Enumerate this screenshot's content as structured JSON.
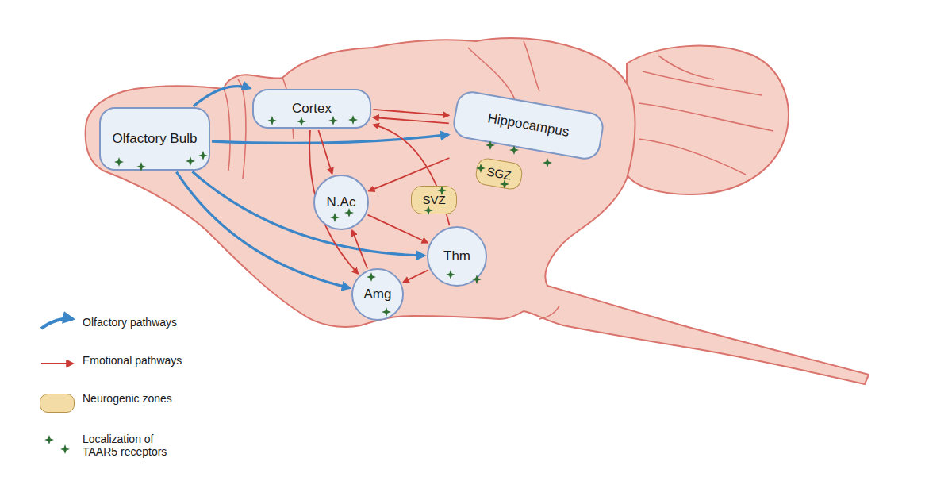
{
  "diagram": {
    "nodes": [
      {
        "text": [
          "Olfactory Bulb"
        ]
      },
      {
        "text": [
          "Cortex"
        ]
      },
      {
        "text": [
          "Hippocampus"
        ]
      },
      {
        "text": [
          "SGZ"
        ]
      },
      {
        "text": [
          "N.Ac"
        ]
      },
      {
        "text": [
          "SVZ"
        ]
      },
      {
        "text": [
          "Thm"
        ]
      },
      {
        "text": [
          "Amg"
        ]
      }
    ],
    "edges": [
      {
        "from": 0,
        "to": 1,
        "arrow": "to"
      },
      {
        "from": 0,
        "to": 2,
        "arrow": "to"
      },
      {
        "from": 0,
        "to": 6,
        "arrow": "to"
      },
      {
        "from": 0,
        "to": 7,
        "arrow": "to"
      },
      {
        "from": 1,
        "to": 2,
        "arrow": "to"
      },
      {
        "from": 2,
        "to": 1,
        "arrow": "to"
      },
      {
        "from": 1,
        "to": 4,
        "arrow": "to"
      },
      {
        "from": 1,
        "to": 7,
        "arrow": "to"
      },
      {
        "from": 2,
        "to": 4,
        "arrow": "to"
      },
      {
        "from": 4,
        "to": 6,
        "arrow": "to"
      },
      {
        "from": 6,
        "to": 1,
        "arrow": "to"
      },
      {
        "from": 6,
        "to": 7,
        "arrow": "to"
      },
      {
        "from": 7,
        "to": 4,
        "arrow": "to"
      }
    ],
    "legend": [
      {
        "text": "Olfactory pathways"
      },
      {
        "text": "Emotional pathways"
      },
      {
        "text": "Neurogenic zones",
        "color": "#f3dca6"
      },
      {
        "text": "Localization of TAAR5 receptors"
      }
    ]
  }
}
